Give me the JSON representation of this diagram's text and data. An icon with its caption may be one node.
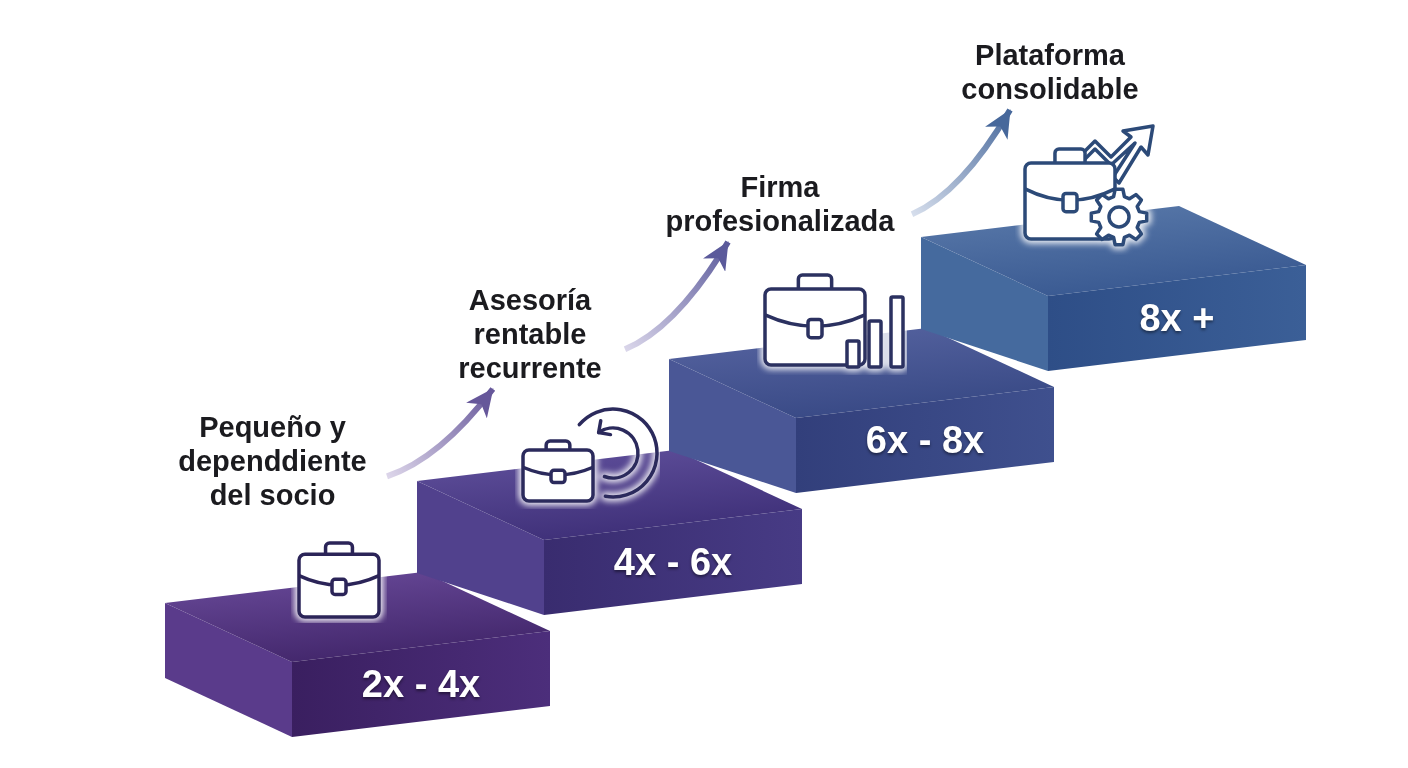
{
  "diagram": {
    "nodes": [
      {
        "text": [
          "Pequeño y dependdiente del socio"
        ]
      },
      {
        "text": [
          "Asesoría rentable recurrente"
        ]
      },
      {
        "text": [
          "Firma profesionalizada"
        ]
      },
      {
        "text": [
          "Plataforma consolidable"
        ]
      },
      {
        "text": [
          "2x - 4x"
        ]
      },
      {
        "text": [
          "4x - 6x"
        ]
      },
      {
        "text": [
          "6x - 8x"
        ]
      },
      {
        "text": [
          "8x +"
        ]
      }
    ],
    "edges": [
      {
        "from": 0,
        "to": 1,
        "arrow": "to"
      },
      {
        "from": 1,
        "to": 2,
        "arrow": "to"
      },
      {
        "from": 2,
        "to": 3,
        "arrow": "to"
      }
    ]
  }
}
